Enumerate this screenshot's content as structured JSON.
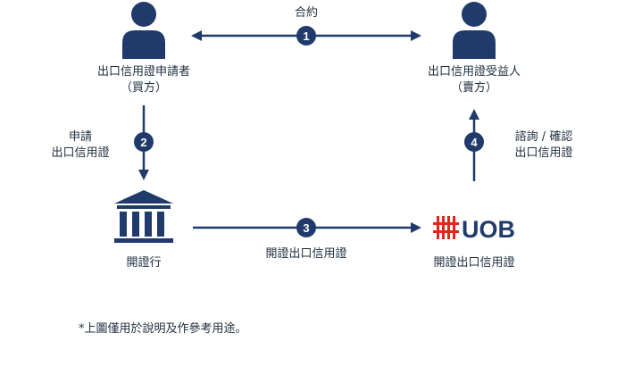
{
  "colors": {
    "primary": "#1f3a6b",
    "uob_red": "#e5261c",
    "text": "#1f2d3d",
    "badge_text": "#ffffff"
  },
  "icons": {
    "buyer": "person-icon",
    "seller": "person-icon",
    "bank": "bank-building-icon",
    "uob": "uob-logo"
  },
  "buyer": {
    "line1": "出口信用證申請者",
    "line2": "（買方）"
  },
  "seller": {
    "line1": "出口信用證受益人",
    "line2": "（賣方）"
  },
  "issuing_bank": {
    "label": "開證行"
  },
  "uob": {
    "logo_text": "UOB",
    "label": "開證出口信用證"
  },
  "steps": {
    "s1": {
      "number": "1",
      "label": "合約"
    },
    "s2": {
      "number": "2",
      "line1": "申請",
      "line2": "出口信用證"
    },
    "s3": {
      "number": "3",
      "label": "開證出口信用證"
    },
    "s4": {
      "number": "4",
      "line1": "諮詢 / 確認",
      "line2": "出口信用證"
    }
  },
  "footnote": "*上圖僅用於說明及作參考用途。"
}
